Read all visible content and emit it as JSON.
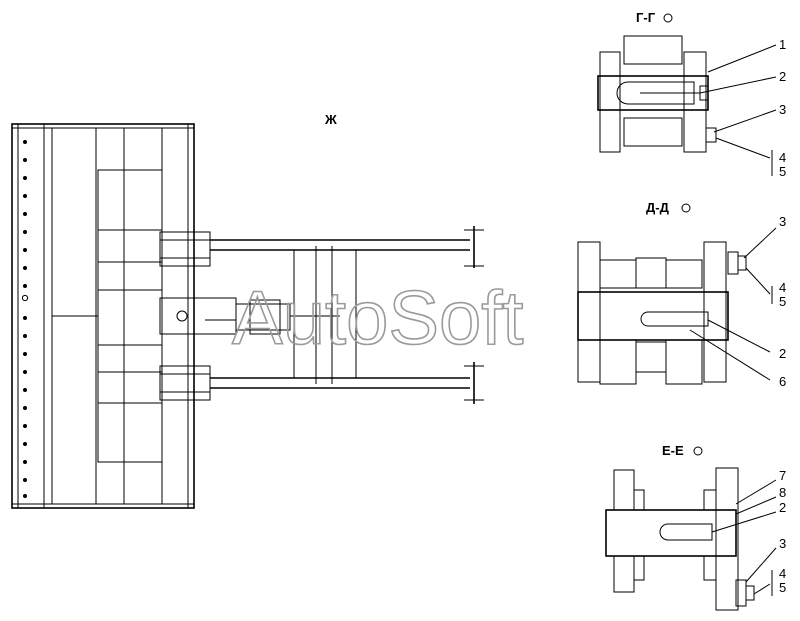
{
  "view_main": {
    "label": "Ж"
  },
  "section_g": {
    "title": "Г-Г",
    "callouts": [
      "1",
      "2",
      "3",
      "4",
      "5"
    ]
  },
  "section_d": {
    "title": "Д-Д",
    "callouts": [
      "3",
      "4",
      "5",
      "2",
      "6"
    ]
  },
  "section_e": {
    "title": "Е-Е",
    "callouts": [
      "7",
      "8",
      "2",
      "3",
      "4",
      "5"
    ]
  },
  "watermark": {
    "text": "AutoSoft"
  }
}
